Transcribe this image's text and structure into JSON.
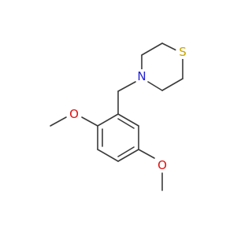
{
  "molecule": {
    "atoms": {
      "sulfur": {
        "symbol": "S",
        "color": "#c8a400"
      },
      "nitrogen": {
        "symbol": "N",
        "color": "#1f1fd6"
      },
      "oxygen_top": {
        "symbol": "O",
        "color": "#e01010"
      },
      "oxygen_bottom": {
        "symbol": "O",
        "color": "#e01010"
      }
    },
    "bond_color": "#3a3a3a"
  }
}
